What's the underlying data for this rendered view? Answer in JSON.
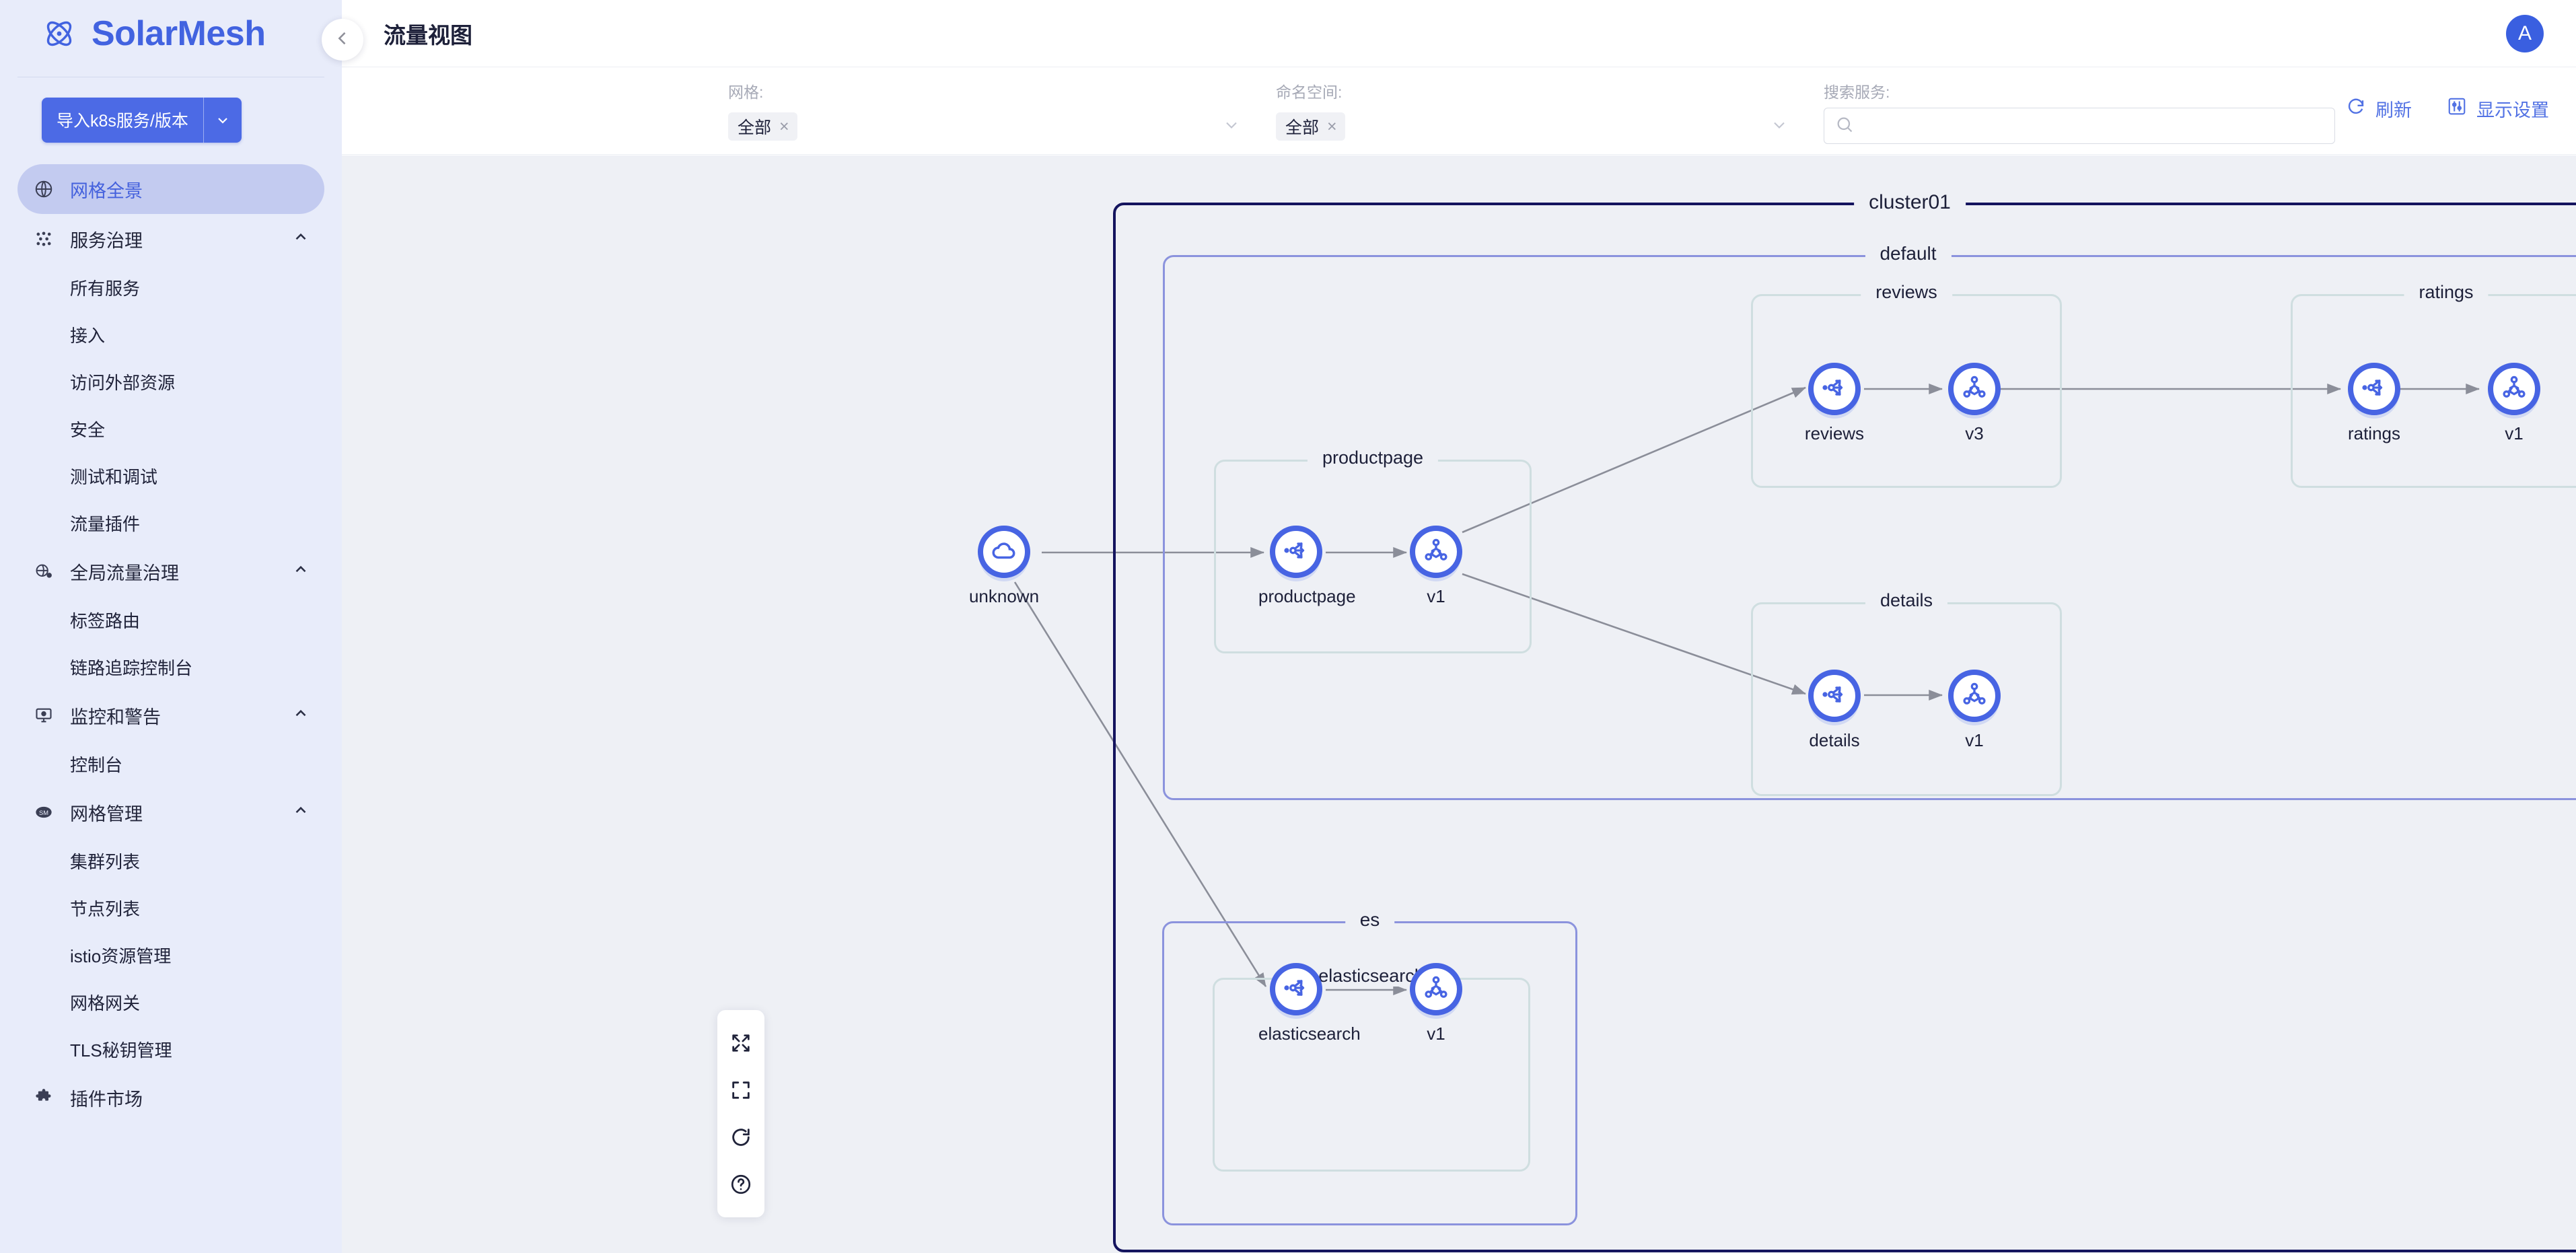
{
  "brand": {
    "name": "SolarMesh",
    "logo_icon": "atom-mesh-icon"
  },
  "sidebar": {
    "import_button": {
      "label": "导入k8s服务/版本",
      "caret_icon": "chevron-down-icon"
    },
    "items": [
      {
        "type": "item",
        "label": "网格全景",
        "icon": "globe-icon",
        "active": true
      },
      {
        "type": "group",
        "label": "服务治理",
        "icon": "service-dots-icon",
        "expanded": true
      },
      {
        "type": "sub",
        "label": "所有服务"
      },
      {
        "type": "sub",
        "label": "接入"
      },
      {
        "type": "sub",
        "label": "访问外部资源"
      },
      {
        "type": "sub",
        "label": "安全"
      },
      {
        "type": "sub",
        "label": "测试和调试"
      },
      {
        "type": "sub",
        "label": "流量插件"
      },
      {
        "type": "group",
        "label": "全局流量治理",
        "icon": "global-traffic-icon",
        "expanded": true
      },
      {
        "type": "sub",
        "label": "标签路由"
      },
      {
        "type": "sub",
        "label": "链路追踪控制台"
      },
      {
        "type": "group",
        "label": "监控和警告",
        "icon": "monitor-alert-icon",
        "expanded": true
      },
      {
        "type": "sub",
        "label": "控制台"
      },
      {
        "type": "group",
        "label": "网格管理",
        "icon": "mesh-manage-icon",
        "expanded": true
      },
      {
        "type": "sub",
        "label": "集群列表"
      },
      {
        "type": "sub",
        "label": "节点列表"
      },
      {
        "type": "sub",
        "label": "istio资源管理"
      },
      {
        "type": "sub",
        "label": "网格网关"
      },
      {
        "type": "sub",
        "label": "TLS秘钥管理"
      },
      {
        "type": "item",
        "label": "插件市场",
        "icon": "puzzle-icon",
        "active": false
      }
    ]
  },
  "header": {
    "title": "流量视图",
    "collapse_icon": "chevron-left-icon",
    "avatar_initial": "A"
  },
  "filters": {
    "mesh": {
      "caption": "网格:",
      "value": "全部",
      "remove_icon": "close-icon",
      "caret_icon": "chevron-down-icon"
    },
    "namespace": {
      "caption": "命名空间:",
      "value": "全部",
      "remove_icon": "close-icon",
      "caret_icon": "chevron-down-icon"
    },
    "search": {
      "caption": "搜索服务:",
      "value": "",
      "placeholder": "",
      "icon": "search-icon"
    }
  },
  "actions": [
    {
      "label": "刷新",
      "icon": "refresh-icon"
    },
    {
      "label": "显示设置",
      "icon": "display-settings-icon"
    }
  ],
  "graph_controls": [
    {
      "name": "expand-arrows-icon"
    },
    {
      "name": "fit-screen-icon"
    },
    {
      "name": "reload-icon"
    },
    {
      "name": "help-circle-icon"
    }
  ],
  "colors": {
    "brand": "#4263e0",
    "accent": "#4c6ae5",
    "sidebar_bg": "#e8ecfa",
    "sidebar_active_bg": "#c3cbf0",
    "canvas_bg": "#eef0f5",
    "cluster_border": "#14145e",
    "namespace_border": "#8b93dd",
    "service_border": "#cfdee0",
    "node_ring": "#4764e3",
    "edge": "#8b8e99"
  },
  "graph": {
    "clusters": [
      {
        "label": "cluster01",
        "namespaces": [
          {
            "label": "default",
            "services": [
              {
                "label": "productpage",
                "nodes": [
                  {
                    "label": "productpage",
                    "icon": "service-router-icon"
                  },
                  {
                    "label": "v1",
                    "icon": "workload-icon"
                  }
                ]
              },
              {
                "label": "reviews",
                "nodes": [
                  {
                    "label": "reviews",
                    "icon": "service-router-icon"
                  },
                  {
                    "label": "v3",
                    "icon": "workload-icon"
                  }
                ]
              },
              {
                "label": "ratings",
                "nodes": [
                  {
                    "label": "ratings",
                    "icon": "service-router-icon"
                  },
                  {
                    "label": "v1",
                    "icon": "workload-icon"
                  }
                ]
              },
              {
                "label": "details",
                "nodes": [
                  {
                    "label": "details",
                    "icon": "service-router-icon"
                  },
                  {
                    "label": "v1",
                    "icon": "workload-icon"
                  }
                ]
              }
            ]
          },
          {
            "label": "es",
            "services": [
              {
                "label": "elasticsearch",
                "nodes": [
                  {
                    "label": "elasticsearch",
                    "icon": "service-router-icon"
                  },
                  {
                    "label": "v1",
                    "icon": "workload-icon"
                  }
                ]
              }
            ]
          }
        ]
      }
    ],
    "external_nodes": [
      {
        "label": "unknown",
        "icon": "cloud-icon"
      }
    ],
    "edges": [
      {
        "from": "unknown",
        "to": "productpage"
      },
      {
        "from": "productpage",
        "to": "productpage.v1"
      },
      {
        "from": "productpage.v1",
        "to": "reviews"
      },
      {
        "from": "reviews",
        "to": "reviews.v3"
      },
      {
        "from": "reviews.v3",
        "to": "ratings"
      },
      {
        "from": "ratings",
        "to": "ratings.v1"
      },
      {
        "from": "productpage.v1",
        "to": "details"
      },
      {
        "from": "details",
        "to": "details.v1"
      },
      {
        "from": "unknown",
        "to": "elasticsearch"
      },
      {
        "from": "elasticsearch",
        "to": "elasticsearch.v1"
      }
    ]
  }
}
